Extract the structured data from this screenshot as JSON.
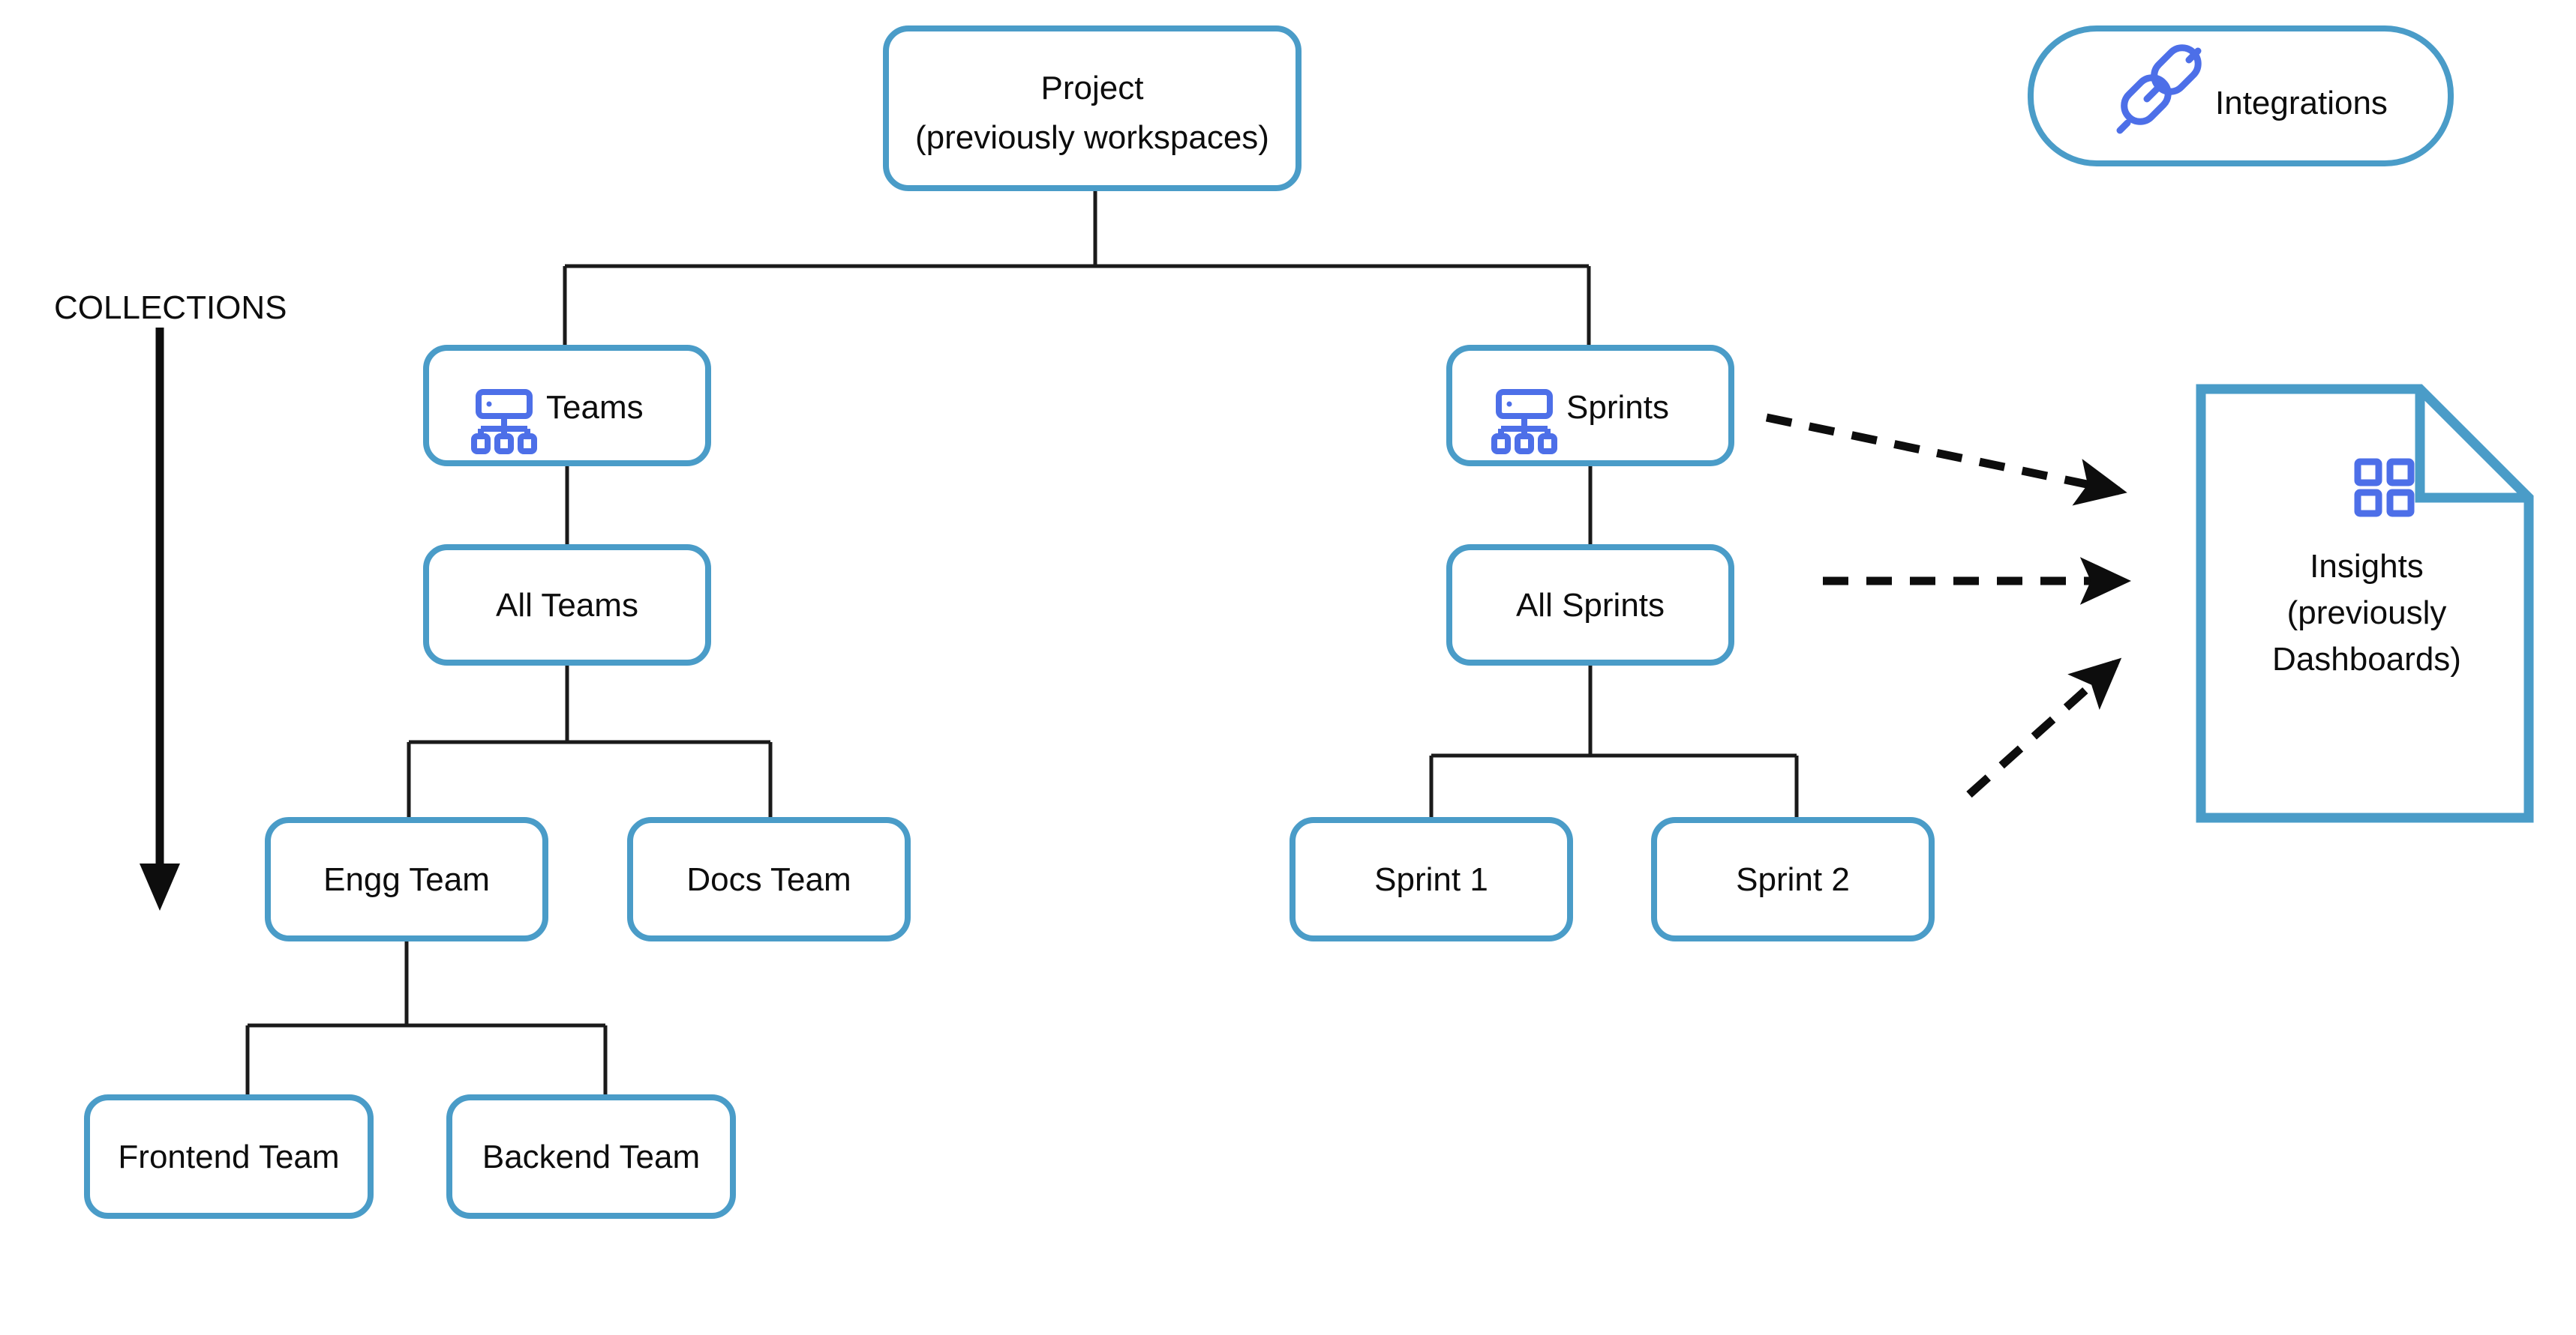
{
  "diagram": {
    "title_label": "COLLECTIONS",
    "background_color": "#ffffff",
    "node_border_color": "#4a9cc8",
    "node_fill_color": "#ffffff",
    "connector_color": "#1a1a1a",
    "icon_color": "#4d6fe8",
    "text_color": "#0d0d0d"
  },
  "sidebar_annotation": {
    "label": "COLLECTIONS",
    "arrow_direction": "down",
    "arrow_icon": "down-arrow-icon"
  },
  "root": {
    "label_line1": "Project",
    "label_line2": "(previously workspaces)"
  },
  "branches": [
    {
      "id": "teams",
      "header": {
        "label": "Teams",
        "icon": "org-chart-icon"
      },
      "all_node": {
        "label": "All Teams"
      },
      "children": [
        {
          "label": "Engg Team"
        },
        {
          "label": "Docs Team"
        }
      ],
      "grandchildren": [
        {
          "label": "Frontend Team"
        },
        {
          "label": "Backend Team"
        }
      ]
    },
    {
      "id": "sprints",
      "header": {
        "label": "Sprints",
        "icon": "org-chart-icon"
      },
      "all_node": {
        "label": "All Sprints"
      },
      "children": [
        {
          "label": "Sprint 1"
        },
        {
          "label": "Sprint 2"
        }
      ],
      "grandchildren": []
    }
  ],
  "integrations": {
    "label": "Integrations",
    "icon": "link-plug-icon"
  },
  "insights": {
    "label_line1": "Insights",
    "label_line2": "(previously",
    "label_line3": "Dashboards)",
    "icon": "dashboard-grid-icon",
    "shape": "document-folded-corner"
  },
  "flow_arrows": [
    {
      "from": "sprints",
      "to": "insights",
      "style": "dashed"
    },
    {
      "from": "all-sprints",
      "to": "insights",
      "style": "dashed"
    },
    {
      "from": "sprint-children",
      "to": "insights",
      "style": "dashed"
    }
  ]
}
